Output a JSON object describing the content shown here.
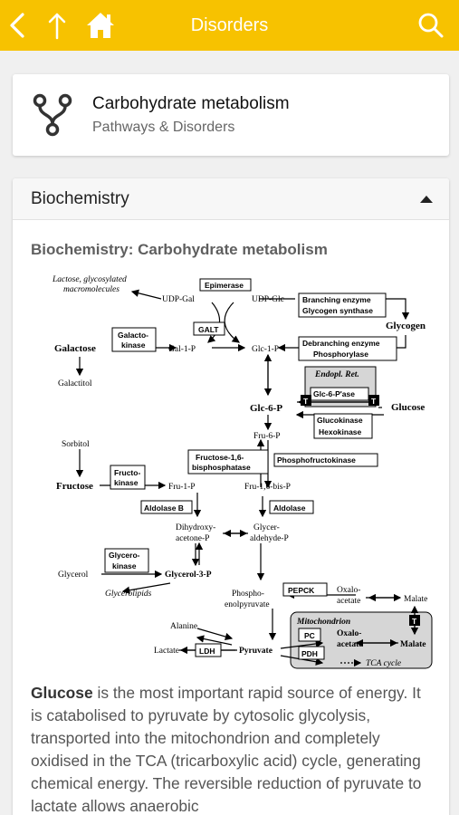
{
  "topbar": {
    "title": "Disorders",
    "back_icon": "chevron-left-icon",
    "up_icon": "arrow-up-icon",
    "home_icon": "home-icon",
    "search_icon": "search-icon",
    "accent_color": "#f7c200"
  },
  "header_card": {
    "icon": "pathway-icon",
    "title": "Carbohydrate metabolism",
    "subtitle": "Pathways & Disorders"
  },
  "section": {
    "label": "Biochemistry",
    "expanded": true,
    "content_title": "Biochemistry: Carbohydrate metabolism",
    "diagram": {
      "lactose": "Lactose, glycosylated",
      "macromolecules": "macromolecules",
      "udp_gal": "UDP-Gal",
      "udp_glc": "UDP-Glc",
      "epimerase": "Epimerase",
      "branching_enzyme": "Branching enzyme",
      "glycogen_synthase": "Glycogen synthase",
      "glycogen": "Glycogen",
      "galt": "GALT",
      "galactokinase_1": "Galacto-",
      "galactokinase_2": "kinase",
      "galactose": "Galactose",
      "gal_1_p": "Gal-1-P",
      "glc_1_p": "Glc-1-P",
      "debranching_enzyme": "Debranching enzyme",
      "phosphorylase": "Phosphorylase",
      "galactitol": "Galactitol",
      "endopl_ret": "Endopl. Ret.",
      "glc_6_pase": "Glc-6-P'ase",
      "t_label": "T",
      "glc_6_p": "Glc-6-P",
      "glucose": "Glucose",
      "glucokinase": "Glucokinase",
      "hexokinase": "Hexokinase",
      "fru_6_p": "Fru-6-P",
      "sorbitol": "Sorbitol",
      "fructose_bpase_1": "Fructose-1,6-",
      "fructose_bpase_2": "bisphosphatase",
      "pfk": "Phosphofructokinase",
      "fructokinase_1": "Fructo-",
      "fructokinase_2": "kinase",
      "fructose": "Fructose",
      "fru_1_p": "Fru-1-P",
      "fru_16_bisp": "Fru-1,6-bis-P",
      "aldolase_b": "Aldolase B",
      "aldolase": "Aldolase",
      "dhap_1": "Dihydroxy-",
      "dhap_2": "acetone-P",
      "gap_1": "Glycer-",
      "gap_2": "aldehyde-P",
      "glycerokinase_1": "Glycero-",
      "glycerokinase_2": "kinase",
      "glycerol": "Glycerol",
      "glycerol_3_p": "Glycerol-3-P",
      "glycerolipids": "Glycerolipids",
      "pep_1": "Phospho-",
      "pep_2": "enolpyruvate",
      "pepck": "PEPCK",
      "oxaloacetate_1": "Oxalo-",
      "oxaloacetate_2": "acetate",
      "malate": "Malate",
      "alanine": "Alanine",
      "mitochondrion": "Mitochondrion",
      "pc": "PC",
      "pdh": "PDH",
      "tca_cycle": "TCA cycle",
      "lactate": "Lactate",
      "ldh": "LDH",
      "pyruvate": "Pyruvate"
    },
    "paragraph_bold": "Glucose",
    "paragraph_text": " is the most important rapid source of energy. It is catabolised to pyruvate by cytosolic glycolysis, transported into the mitochondrion and completely oxidised in the TCA (tricarboxylic acid) cycle, generating chemical energy. The reversible reduction of pyruvate to lactate allows anaerobic"
  }
}
